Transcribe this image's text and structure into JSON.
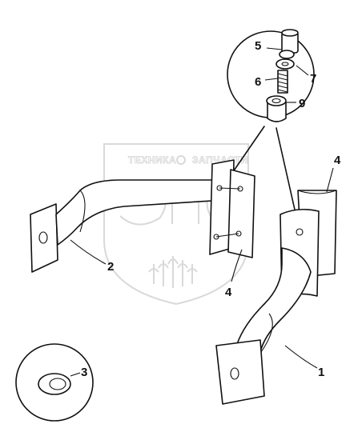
{
  "watermark": {
    "text_left": "ТЕХНИКА",
    "text_right": "ЗАПЧАСТИ",
    "logo": "ЭПС"
  },
  "callouts": [
    {
      "id": "1",
      "label": "1"
    },
    {
      "id": "2",
      "label": "2"
    },
    {
      "id": "3",
      "label": "3"
    },
    {
      "id": "4a",
      "label": "4"
    },
    {
      "id": "4b",
      "label": "4"
    },
    {
      "id": "5",
      "label": "5"
    },
    {
      "id": "6",
      "label": "6"
    },
    {
      "id": "7",
      "label": "7"
    },
    {
      "id": "9",
      "label": "9"
    }
  ]
}
